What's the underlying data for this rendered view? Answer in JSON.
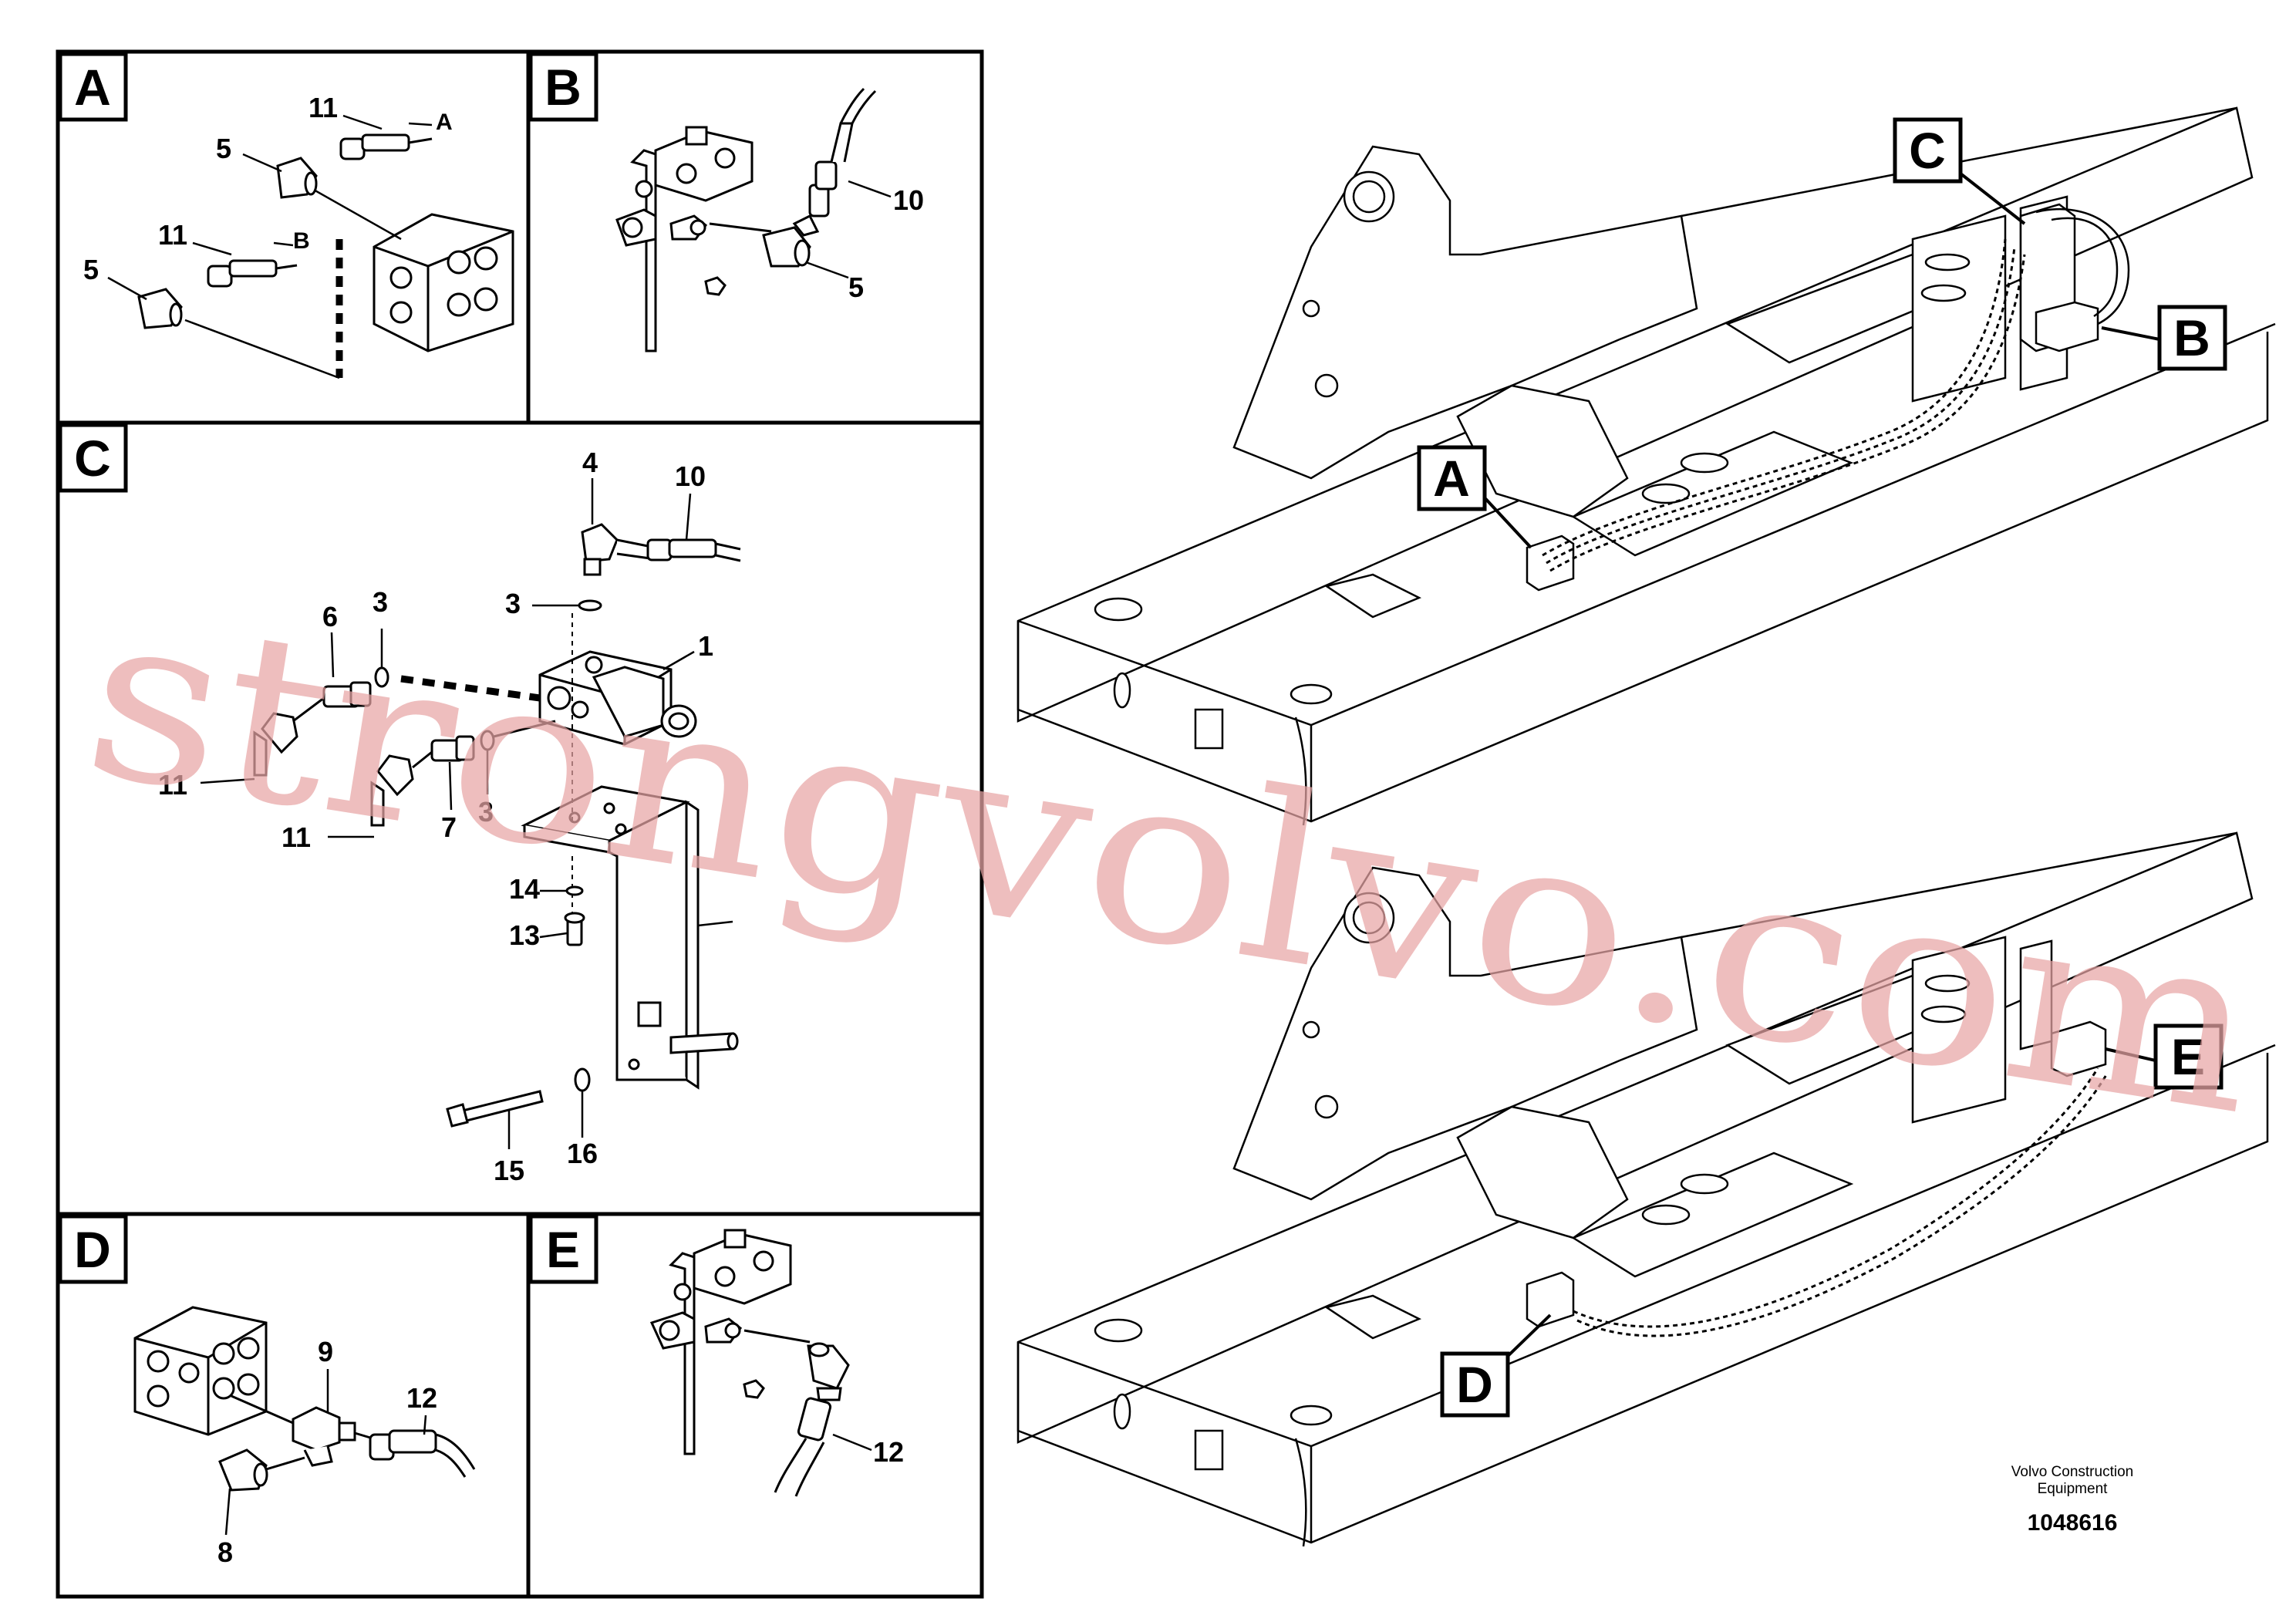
{
  "panels": {
    "A": {
      "letter": "A",
      "callouts": [
        "11",
        "A",
        "5",
        "11",
        "B",
        "5"
      ]
    },
    "B": {
      "letter": "B",
      "callouts": [
        "10",
        "5"
      ]
    },
    "C": {
      "letter": "C",
      "callouts": [
        "4",
        "10",
        "3",
        "6",
        "3",
        "1",
        "11",
        "11",
        "7",
        "3",
        "14",
        "13",
        "15",
        "16"
      ]
    },
    "D": {
      "letter": "D",
      "callouts": [
        "9",
        "12",
        "8"
      ]
    },
    "E": {
      "letter": "E",
      "callouts": [
        "12"
      ]
    }
  },
  "overview_markers": {
    "top": [
      "C",
      "B",
      "A"
    ],
    "bottom": [
      "E",
      "D"
    ]
  },
  "watermark": "strongvolvo.com",
  "credit": {
    "company": "Volvo Construction Equipment",
    "number": "1048616"
  }
}
